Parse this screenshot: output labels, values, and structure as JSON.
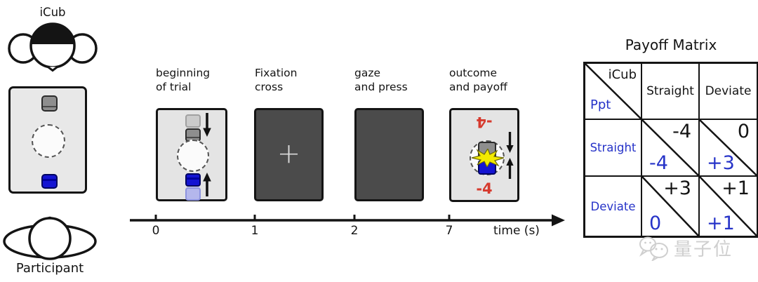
{
  "setup": {
    "icub_label": "iCub",
    "participant_label": "Participant"
  },
  "timeline": {
    "phases": [
      {
        "line1": "beginning",
        "line2": "of trial"
      },
      {
        "line1": "Fixation",
        "line2": "cross"
      },
      {
        "line1": "gaze",
        "line2": "and press"
      },
      {
        "line1": "outcome",
        "line2": "and payoff"
      }
    ],
    "fixation_cross": "+",
    "outcome": {
      "payoff_top": "-4",
      "payoff_bottom": "-4"
    },
    "axis": {
      "ticks": [
        "0",
        "1",
        "2",
        "7"
      ],
      "unit_label": "time (s)"
    }
  },
  "payoff_matrix": {
    "title": "Payoff Matrix",
    "corner": {
      "col_player": "iCub",
      "row_player": "Ppt"
    },
    "columns": [
      "Straight",
      "Deviate"
    ],
    "rows": [
      "Straight",
      "Deviate"
    ],
    "cells": [
      [
        {
          "icub": "-4",
          "ppt": "-4"
        },
        {
          "icub": "0",
          "ppt": "+3"
        }
      ],
      [
        {
          "icub": "+3",
          "ppt": "0"
        },
        {
          "icub": "+1",
          "ppt": "+1"
        }
      ]
    ]
  },
  "watermark": {
    "text": "量子位"
  },
  "colors": {
    "ppt_blue": "#2633c8",
    "payoff_red": "#d63a2e",
    "dark_panel": "#4b4b4b",
    "light_panel": "#e4e4e4",
    "blue_button": "#1414d2",
    "gray_button": "#8e8e8e",
    "watermark_gray": "#cfcfcf"
  }
}
